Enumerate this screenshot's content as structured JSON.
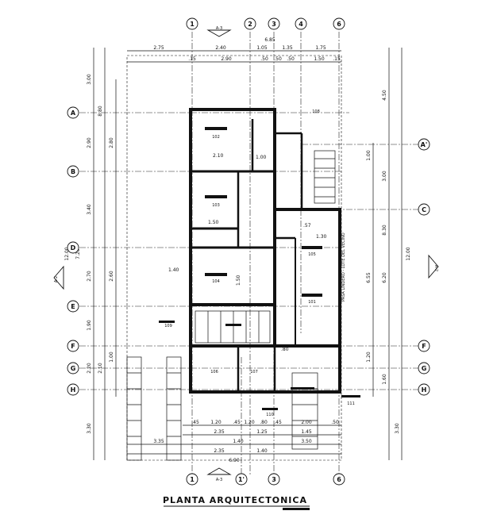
{
  "title": "PLANTA ARQUITECTONICA",
  "axes": {
    "top": [
      "1",
      "2",
      "3",
      "4",
      "6"
    ],
    "bottom": [
      "1",
      "1'",
      "3",
      "6"
    ],
    "left": [
      "A",
      "B",
      "D",
      "E",
      "F",
      "G",
      "H"
    ],
    "right": [
      "A'",
      "C",
      "F",
      "G",
      "H"
    ]
  },
  "section_marks": [
    "A-3",
    "A-3",
    "A-2",
    "A-2"
  ],
  "top_dims": {
    "overall": "6.85",
    "row1": [
      "2.40",
      "1.05",
      "1.35",
      "1.75"
    ],
    "row2": [
      "2.90",
      ".50",
      ".50",
      ".50",
      "1.50"
    ],
    "small": [
      "2.75",
      "1.75",
      ".15",
      ".15"
    ]
  },
  "bottom_dims": {
    "row1": [
      ".45",
      "1.20",
      ".45",
      "1.20",
      ".80",
      ".45",
      "2.00",
      ".50"
    ],
    "row2": [
      "2.35",
      "1.25",
      "1.45"
    ],
    "row3": [
      "3.35",
      "1.40",
      "3.50"
    ],
    "row4": [
      "2.35",
      "1.40"
    ],
    "overall": "6.90"
  },
  "left_dims": [
    "3.00",
    "8.80",
    "2.80",
    "2.90",
    "3.40",
    "7.20",
    "2.70",
    "2.60",
    "1.90",
    "1.00",
    "2.20",
    "2.10",
    "3.30",
    "12.00"
  ],
  "right_dims": [
    "4.50",
    "1.00",
    "3.00",
    "8.30",
    "12.00",
    "6.55",
    "6.20",
    "1.20",
    "1.60",
    "3.30"
  ],
  "room_labels": [
    "102",
    "103",
    "104",
    "105",
    "106",
    "107",
    "108",
    "109",
    "110",
    "111",
    "101"
  ],
  "wall_note": "PASA LINDERO - LOTE DEL VECINO",
  "misc_dims": [
    "1.50",
    "1.30",
    ".57",
    "1.40",
    "1.50",
    "2.10",
    "1.00",
    ".80"
  ]
}
